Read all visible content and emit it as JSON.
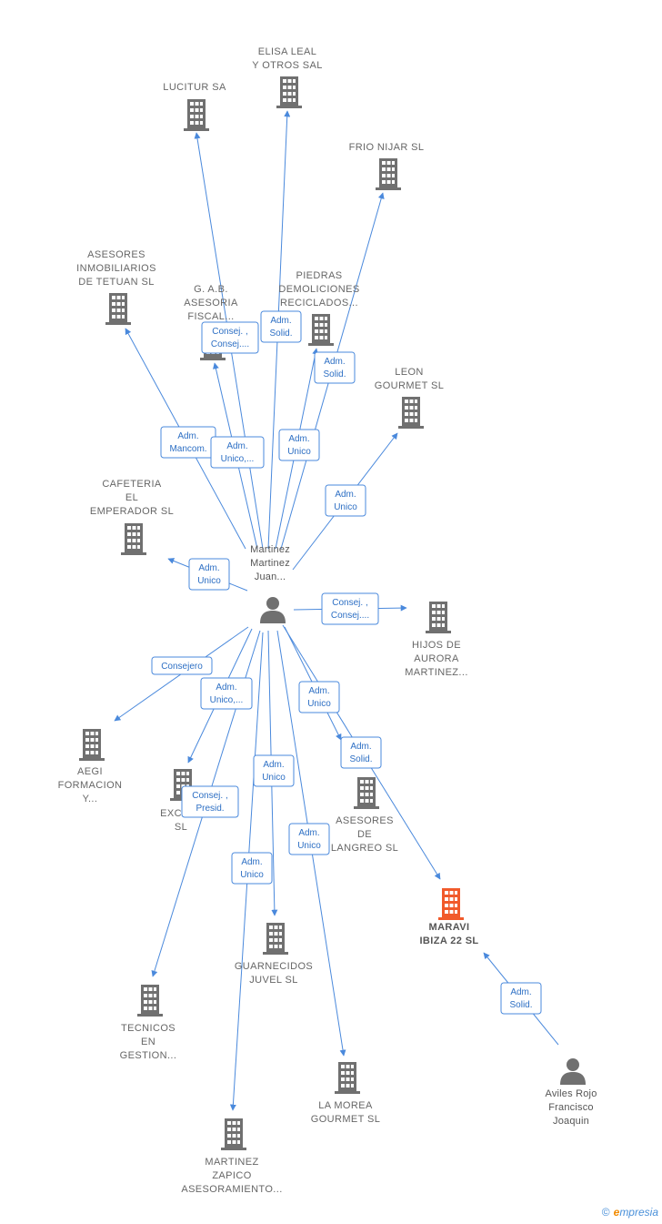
{
  "colors": {
    "edge": "#4a89dc",
    "label_text": "#2d6fc4",
    "building": "#707070",
    "building_highlight": "#f15a2b",
    "person": "#707070",
    "node_text": "#666666"
  },
  "nodes": [
    {
      "id": "martinez",
      "kind": "person",
      "lines": [
        "Martinez",
        "Martinez",
        "Juan..."
      ]
    },
    {
      "id": "aviles",
      "kind": "person",
      "lines": [
        "Aviles Rojo",
        "Francisco",
        "Joaquin"
      ]
    },
    {
      "id": "maravi",
      "kind": "company-main",
      "lines": [
        "MARAVI",
        "IBIZA 22  SL"
      ]
    },
    {
      "id": "lucitur",
      "kind": "company",
      "lines": [
        "LUCITUR SA"
      ]
    },
    {
      "id": "elisa",
      "kind": "company",
      "lines": [
        "ELISA LEAL",
        "Y OTROS SAL"
      ]
    },
    {
      "id": "frio",
      "kind": "company",
      "lines": [
        "FRIO NIJAR SL"
      ]
    },
    {
      "id": "asesores_tetuan",
      "kind": "company",
      "lines": [
        "ASESORES",
        "INMOBILIARIOS",
        "DE TETUAN  SL"
      ]
    },
    {
      "id": "gab",
      "kind": "company",
      "lines": [
        "G. A.B.",
        "ASESORIA",
        "FISCAL..."
      ]
    },
    {
      "id": "piedras",
      "kind": "company",
      "lines": [
        "PIEDRAS",
        "DEMOLICIONES",
        "RECICLADOS..."
      ]
    },
    {
      "id": "leon",
      "kind": "company",
      "lines": [
        "LEON",
        "GOURMET  SL"
      ]
    },
    {
      "id": "cafeteria",
      "kind": "company",
      "lines": [
        "CAFETERIA",
        "EL",
        "EMPERADOR SL"
      ]
    },
    {
      "id": "hijos",
      "kind": "company",
      "lines": [
        "HIJOS DE",
        "AURORA",
        "MARTINEZ..."
      ]
    },
    {
      "id": "aegi",
      "kind": "company",
      "lines": [
        "AEGI",
        "FORMACION",
        "Y..."
      ]
    },
    {
      "id": "excaju",
      "kind": "company",
      "lines": [
        "EXCAJU",
        "SL"
      ]
    },
    {
      "id": "asesores_langreo",
      "kind": "company",
      "lines": [
        "ASESORES",
        "DE",
        "LANGREO SL"
      ]
    },
    {
      "id": "guarnecidos",
      "kind": "company",
      "lines": [
        "GUARNECIDOS",
        "JUVEL  SL"
      ]
    },
    {
      "id": "tecnicos",
      "kind": "company",
      "lines": [
        "TECNICOS",
        "EN",
        "GESTION..."
      ]
    },
    {
      "id": "lamorea",
      "kind": "company",
      "lines": [
        "LA MOREA",
        "GOURMET  SL"
      ]
    },
    {
      "id": "zapico",
      "kind": "company",
      "lines": [
        "MARTINEZ",
        "ZAPICO",
        "ASESORAMIENTO..."
      ]
    }
  ],
  "edges": [
    {
      "from": "martinez",
      "to": "lucitur",
      "label": [
        "Consej. ,",
        "Consej...."
      ]
    },
    {
      "from": "martinez",
      "to": "elisa",
      "label": [
        "Adm.",
        "Solid."
      ]
    },
    {
      "from": "martinez",
      "to": "frio",
      "label": [
        "Adm.",
        "Solid."
      ]
    },
    {
      "from": "martinez",
      "to": "asesores_tetuan",
      "label": [
        "Adm.",
        "Mancom."
      ]
    },
    {
      "from": "martinez",
      "to": "gab",
      "label": [
        "Adm.",
        "Unico,..."
      ]
    },
    {
      "from": "martinez",
      "to": "piedras",
      "label": [
        "Adm.",
        "Unico"
      ]
    },
    {
      "from": "martinez",
      "to": "leon",
      "label": [
        "Adm.",
        "Unico"
      ]
    },
    {
      "from": "martinez",
      "to": "cafeteria",
      "label": [
        "Adm.",
        "Unico"
      ]
    },
    {
      "from": "martinez",
      "to": "hijos",
      "label": [
        "Consej. ,",
        "Consej...."
      ]
    },
    {
      "from": "martinez",
      "to": "aegi",
      "label": [
        "Consejero"
      ]
    },
    {
      "from": "martinez",
      "to": "excaju",
      "label": [
        "Adm.",
        "Unico,..."
      ]
    },
    {
      "from": "martinez",
      "to": "tecnicos",
      "label": [
        "Consej. ,",
        "Presid."
      ]
    },
    {
      "from": "martinez",
      "to": "guarnecidos",
      "label": [
        "Adm.",
        "Unico"
      ]
    },
    {
      "from": "martinez",
      "to": "zapico",
      "label": [
        "Adm.",
        "Unico"
      ]
    },
    {
      "from": "martinez",
      "to": "lamorea",
      "label": [
        "Adm.",
        "Unico"
      ]
    },
    {
      "from": "martinez",
      "to": "asesores_langreo",
      "label": [
        "Adm.",
        "Unico"
      ]
    },
    {
      "from": "martinez",
      "to": "maravi",
      "label": [
        "Adm.",
        "Solid."
      ]
    },
    {
      "from": "aviles",
      "to": "maravi",
      "label": [
        "Adm.",
        "Solid."
      ]
    }
  ],
  "brand": {
    "copyright": "©",
    "mark": "e",
    "word": "mpresia"
  }
}
